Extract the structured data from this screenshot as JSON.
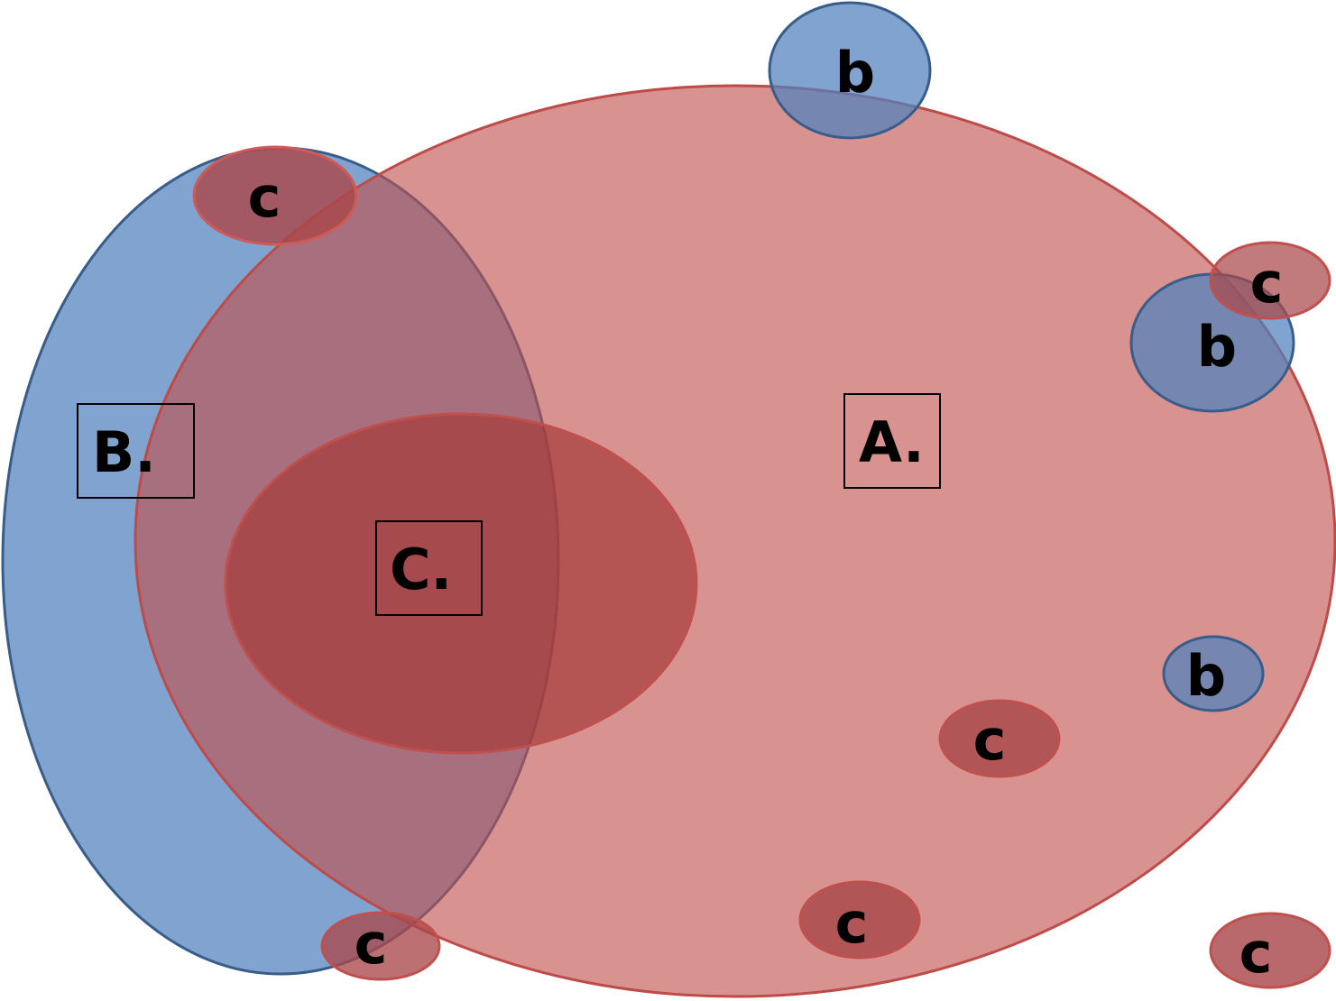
{
  "labels": {
    "set_a": "A.",
    "set_b": "B.",
    "set_c": "C.",
    "small_b": "b",
    "small_c": "c"
  },
  "colors": {
    "background": "#ffffff",
    "set_a_fill": "#c0504d",
    "set_a_stroke": "#be4b48",
    "set_b_fill": "#4f81bd",
    "set_b_stroke": "#385d8a",
    "small_c_fill": "#a9484a",
    "text": "#000000"
  }
}
